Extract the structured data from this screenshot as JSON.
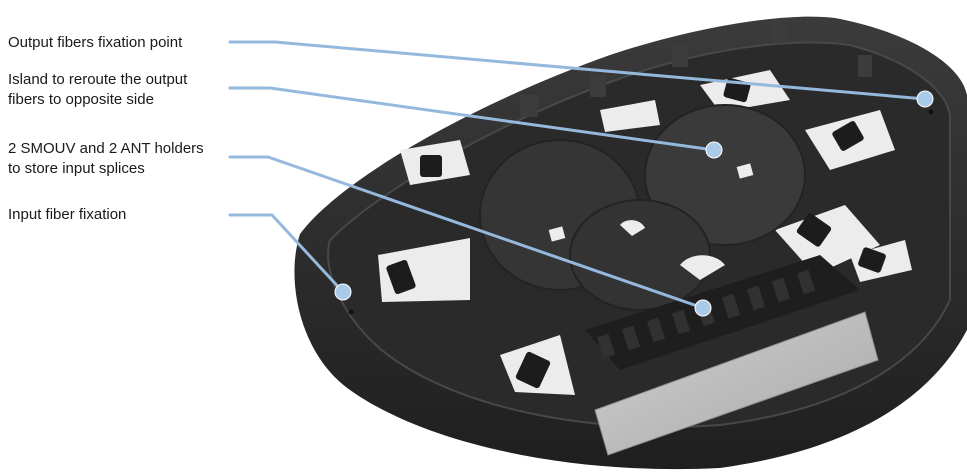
{
  "callouts": [
    {
      "id": "output-fibers-fixation-point",
      "lines": [
        "Output fibers fixation point"
      ]
    },
    {
      "id": "island-reroute",
      "lines": [
        "Island to reroute the output",
        "fibers to opposite side"
      ]
    },
    {
      "id": "splice-holders",
      "lines": [
        "2 SMOUV and 2 ANT holders",
        "to store input splices"
      ]
    },
    {
      "id": "input-fiber-fixation",
      "lines": [
        "Input fiber fixation"
      ]
    }
  ],
  "colors": {
    "leader_line": "#95b9dc",
    "marker_dot": "#a9cbe9",
    "tray_body": "#2e2e2f",
    "tray_rim": "#3a3a3b",
    "tray_floor": "#ececec",
    "label_plate": "#bdbdbd"
  }
}
